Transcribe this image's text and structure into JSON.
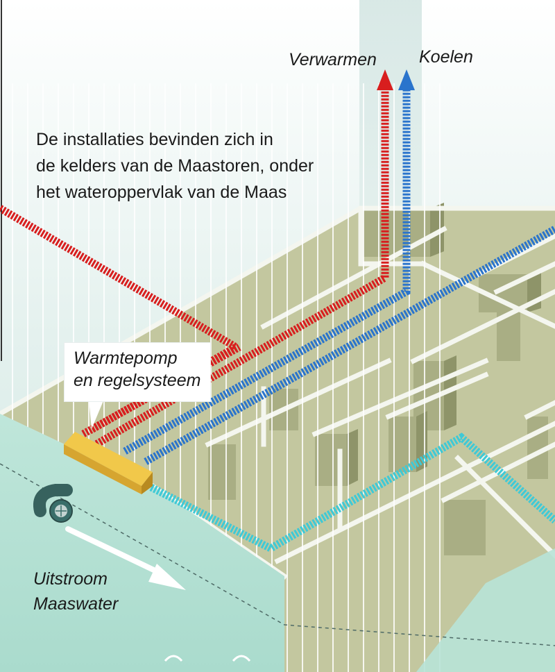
{
  "labels": {
    "heating": "Verwarmen",
    "cooling": "Koelen",
    "caption_lines": [
      "De installaties bevinden zich in",
      "de kelders van de Maastoren, onder",
      "het wateroppervlak van de Maas"
    ],
    "pump_lines": [
      "Warmtepomp",
      "en regelsysteem"
    ],
    "outflow_lines": [
      "Uitstroom",
      "Maaswater"
    ]
  },
  "colors": {
    "heating_pipe": "#d81e1e",
    "cooling_pipe": "#2a74cc",
    "river_pipe": "#3fc9d6",
    "water": "#b8e3d7",
    "basement_floor": "#c7cba4",
    "wall_top": "#f2f4ee",
    "pump": "#e8b83a",
    "sky_top": "#ffffff",
    "sky_bottom": "#cfe6e2"
  },
  "icons": {
    "arrow_up": "arrow-up-icon",
    "intake": "water-intake-pipe-icon",
    "flow_arrow": "flow-arrow-icon"
  }
}
